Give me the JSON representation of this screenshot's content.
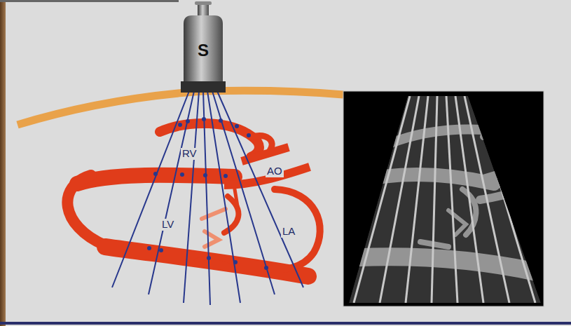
{
  "diagram": {
    "nodes": [
      {
        "text": [
          "S"
        ]
      }
    ],
    "labels": [
      "RV",
      "AO",
      "LV",
      "LA"
    ]
  }
}
